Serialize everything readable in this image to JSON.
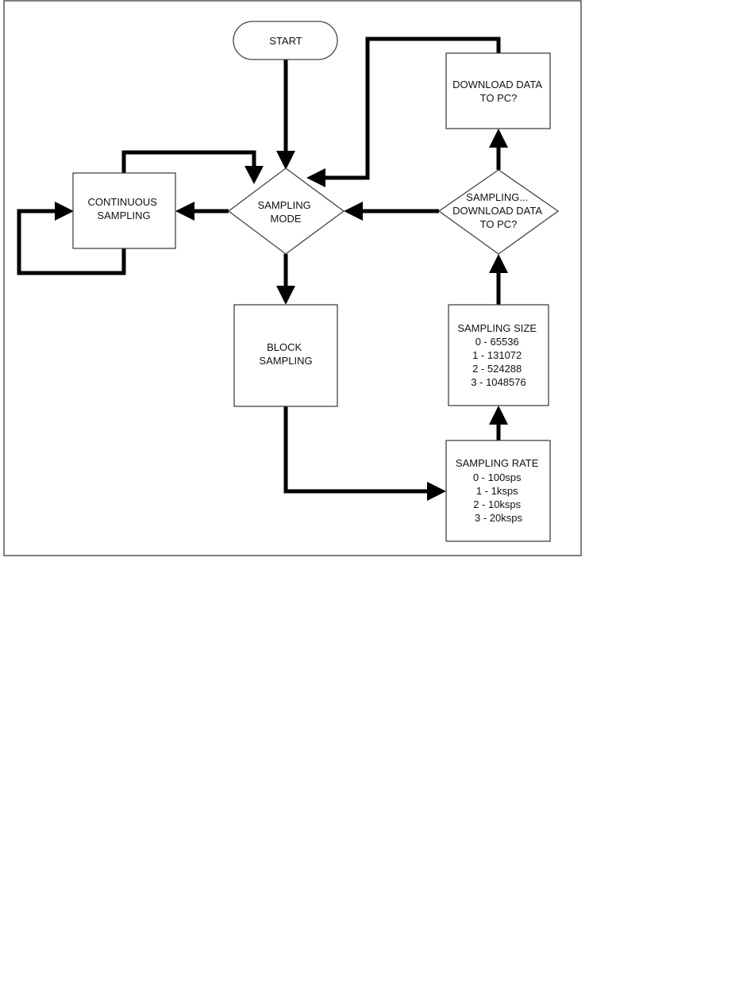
{
  "diagram": {
    "nodes": {
      "start": {
        "lines": [
          "START"
        ]
      },
      "continuous_sampling": {
        "lines": [
          "CONTINUOUS",
          "SAMPLING"
        ]
      },
      "sampling_mode": {
        "lines": [
          "SAMPLING",
          "MODE"
        ]
      },
      "download_data_top": {
        "lines": [
          "DOWNLOAD DATA",
          "TO PC?"
        ]
      },
      "sampling_download": {
        "lines": [
          "SAMPLING...",
          "DOWNLOAD DATA",
          "TO PC?"
        ]
      },
      "block_sampling": {
        "lines": [
          "BLOCK",
          "SAMPLING"
        ]
      },
      "sampling_size": {
        "lines": [
          "SAMPLING SIZE",
          "0 - 65536",
          "1 - 131072",
          "2 - 524288",
          "3 - 1048576"
        ]
      },
      "sampling_rate": {
        "lines": [
          "SAMPLING RATE",
          "0 - 100sps",
          "1 - 1ksps",
          "2 - 10ksps",
          "3 - 20ksps"
        ]
      }
    }
  }
}
